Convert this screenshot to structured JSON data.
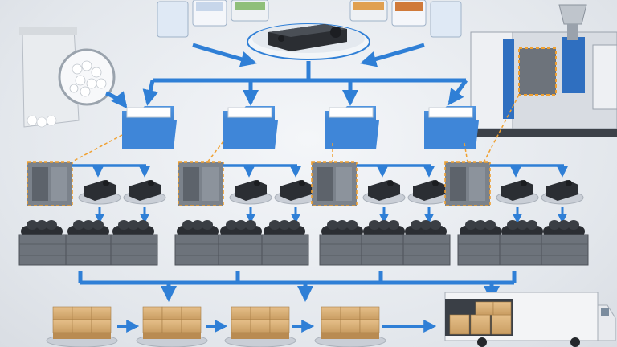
{
  "colors": {
    "flow_arrow": "#2f7fd6",
    "folder": "#3f86d8",
    "folder_dark": "#2c68b3",
    "mold_highlight": "#f0a030",
    "part": "#2b2e33",
    "crate": "#6d737b",
    "box": "#d9b27c",
    "pallet": "#b98b52",
    "machine_blue": "#2f6fc0",
    "platform": "#c9ced6"
  },
  "icons": {
    "material": "resin-pellet-bag-icon",
    "design": "part-design-icon",
    "calendar": "seasonal-calendar-icon",
    "folder": "production-folder-icon",
    "mold": "mold-icon",
    "part": "molded-part-icon",
    "crate": "parts-crate-icon",
    "pallet": "boxed-pallet-icon",
    "truck": "delivery-truck-icon",
    "machine": "injection-molding-machine-icon"
  },
  "flow": {
    "calendar_panels": 6,
    "production_lines": 4,
    "parts_per_line": 2,
    "crates_per_line": 3,
    "pallets": 4
  }
}
